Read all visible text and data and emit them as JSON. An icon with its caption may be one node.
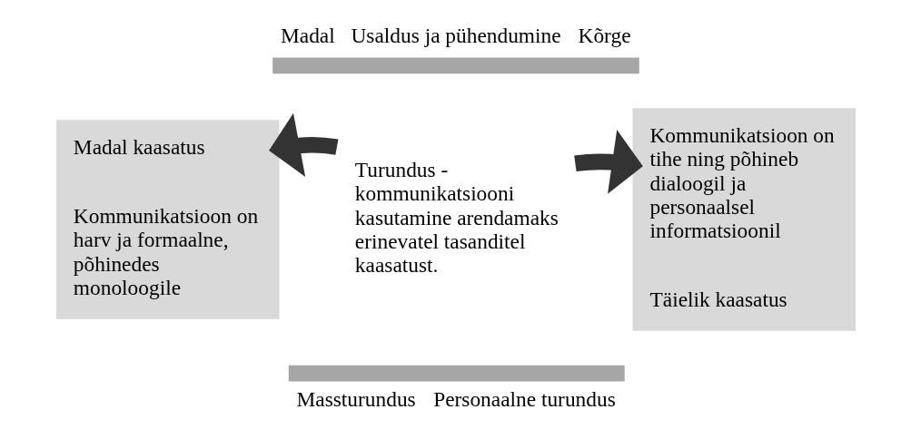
{
  "diagram": {
    "nodes": [
      {
        "text": [
          "Madal kaasatus",
          "Kommunikatsioon on harv ja formaalne, põhinedes monoloogile"
        ]
      },
      {
        "text": [
          "Turundus - kommunikatsiooni kasutamine arendamaks erinevatel tasanditel kaasatust."
        ]
      },
      {
        "text": [
          "Kommunikatsioon on tihe ning põhineb dialoogil ja personaalsel informatsioonil",
          "Täielik kaasatus"
        ]
      }
    ],
    "edges": [
      {
        "from": 1,
        "to": 2,
        "arrow": "to"
      },
      {
        "from": 1,
        "to": 0,
        "arrow": "to"
      }
    ],
    "labels": [
      "Madal",
      "Usaldus ja pühendumine",
      "Kõrge",
      "Massturundus",
      "Personaalne turundus"
    ]
  }
}
